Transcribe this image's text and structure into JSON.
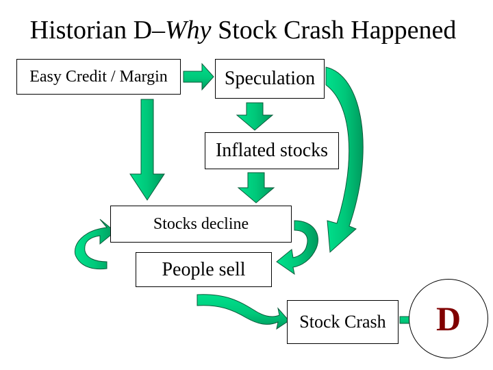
{
  "title": {
    "prefix": "Historian D–",
    "emphasis": "Why",
    "suffix": " Stock Crash Happened"
  },
  "nodes": {
    "credit": "Easy Credit / Margin",
    "speculation": "Speculation",
    "inflated": "Inflated stocks",
    "decline": "Stocks decline",
    "sell": "People sell",
    "crash": "Stock Crash"
  },
  "badge": {
    "letter": "D"
  },
  "colors": {
    "arrow_fill": "#00c87a",
    "arrow_stroke": "#0a5a3a",
    "badge_text": "#800000",
    "border": "#000000"
  }
}
